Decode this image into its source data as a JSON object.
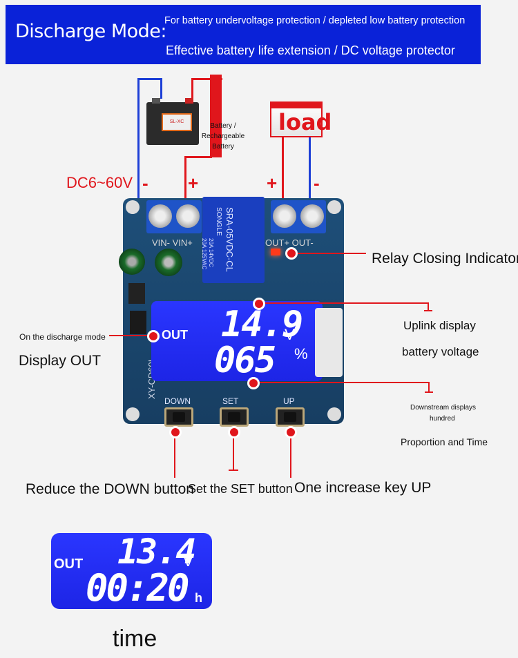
{
  "banner": {
    "title": "Discharge Mode:",
    "line1": "For battery undervoltage protection / depleted low battery protection",
    "line2": "Effective battery life extension / DC voltage protector"
  },
  "battery": {
    "label": "Battery / Rechargeable Battery",
    "brand": "SL-XC"
  },
  "load": {
    "label": "load"
  },
  "input": {
    "voltage": "DC6~60V",
    "minus": "-",
    "plus": "+"
  },
  "output": {
    "plus": "+",
    "minus": "-"
  },
  "board": {
    "terminal_labels": "VIN- VIN+",
    "out_labels": "OUT+ OUT-",
    "model": "XY-CD60L",
    "relay_brand": "SONGLE",
    "relay_model": "SRA-05VDC-CL",
    "relay_spec1": "20A 14VDC",
    "relay_spec2": "20A 125VAC",
    "lcd_out": "OUT",
    "lcd_voltage": "14.9",
    "lcd_voltage_unit": "V",
    "lcd_percent": "065",
    "lcd_percent_unit": "%",
    "btn_down": "DOWN",
    "btn_set": "SET",
    "btn_up": "UP"
  },
  "annotations": {
    "relay": "Relay Closing Indicator",
    "uplink1": "Uplink display",
    "uplink2": "battery voltage",
    "discharge_small": "On the discharge mode",
    "display_out": "Display OUT",
    "downstream1": "Downstream displays",
    "downstream2": "hundred",
    "proportion": "Proportion and Time",
    "down_button": "Reduce the DOWN button",
    "set_button": "Set the SET button",
    "up_button": "One increase key UP"
  },
  "time_display": {
    "out": "OUT",
    "voltage": "13.4",
    "voltage_unit": "V",
    "time": "00:20",
    "time_unit": "h",
    "caption": "time"
  },
  "colors": {
    "banner": "#0a22d8",
    "accent_red": "#e0161c",
    "lcd_blue": "#2a36ff"
  }
}
